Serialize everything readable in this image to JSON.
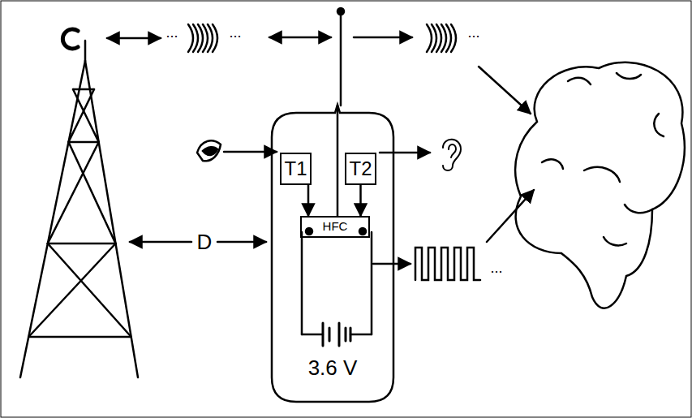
{
  "diagram": {
    "nodes": [
      {
        "text": [
          "3.6 V"
        ]
      },
      {
        "text": [
          "T1"
        ],
        "in": 0
      },
      {
        "text": [
          "T2"
        ],
        "in": 0
      },
      {
        "text": [
          "HFC"
        ],
        "in": 0
      }
    ],
    "edges": [
      {
        "from": 1,
        "to": 3,
        "arrow": "to"
      },
      {
        "from": 2,
        "to": 3,
        "arrow": "to"
      }
    ],
    "labels": [
      "D",
      "...",
      "...",
      "...",
      "..."
    ]
  }
}
